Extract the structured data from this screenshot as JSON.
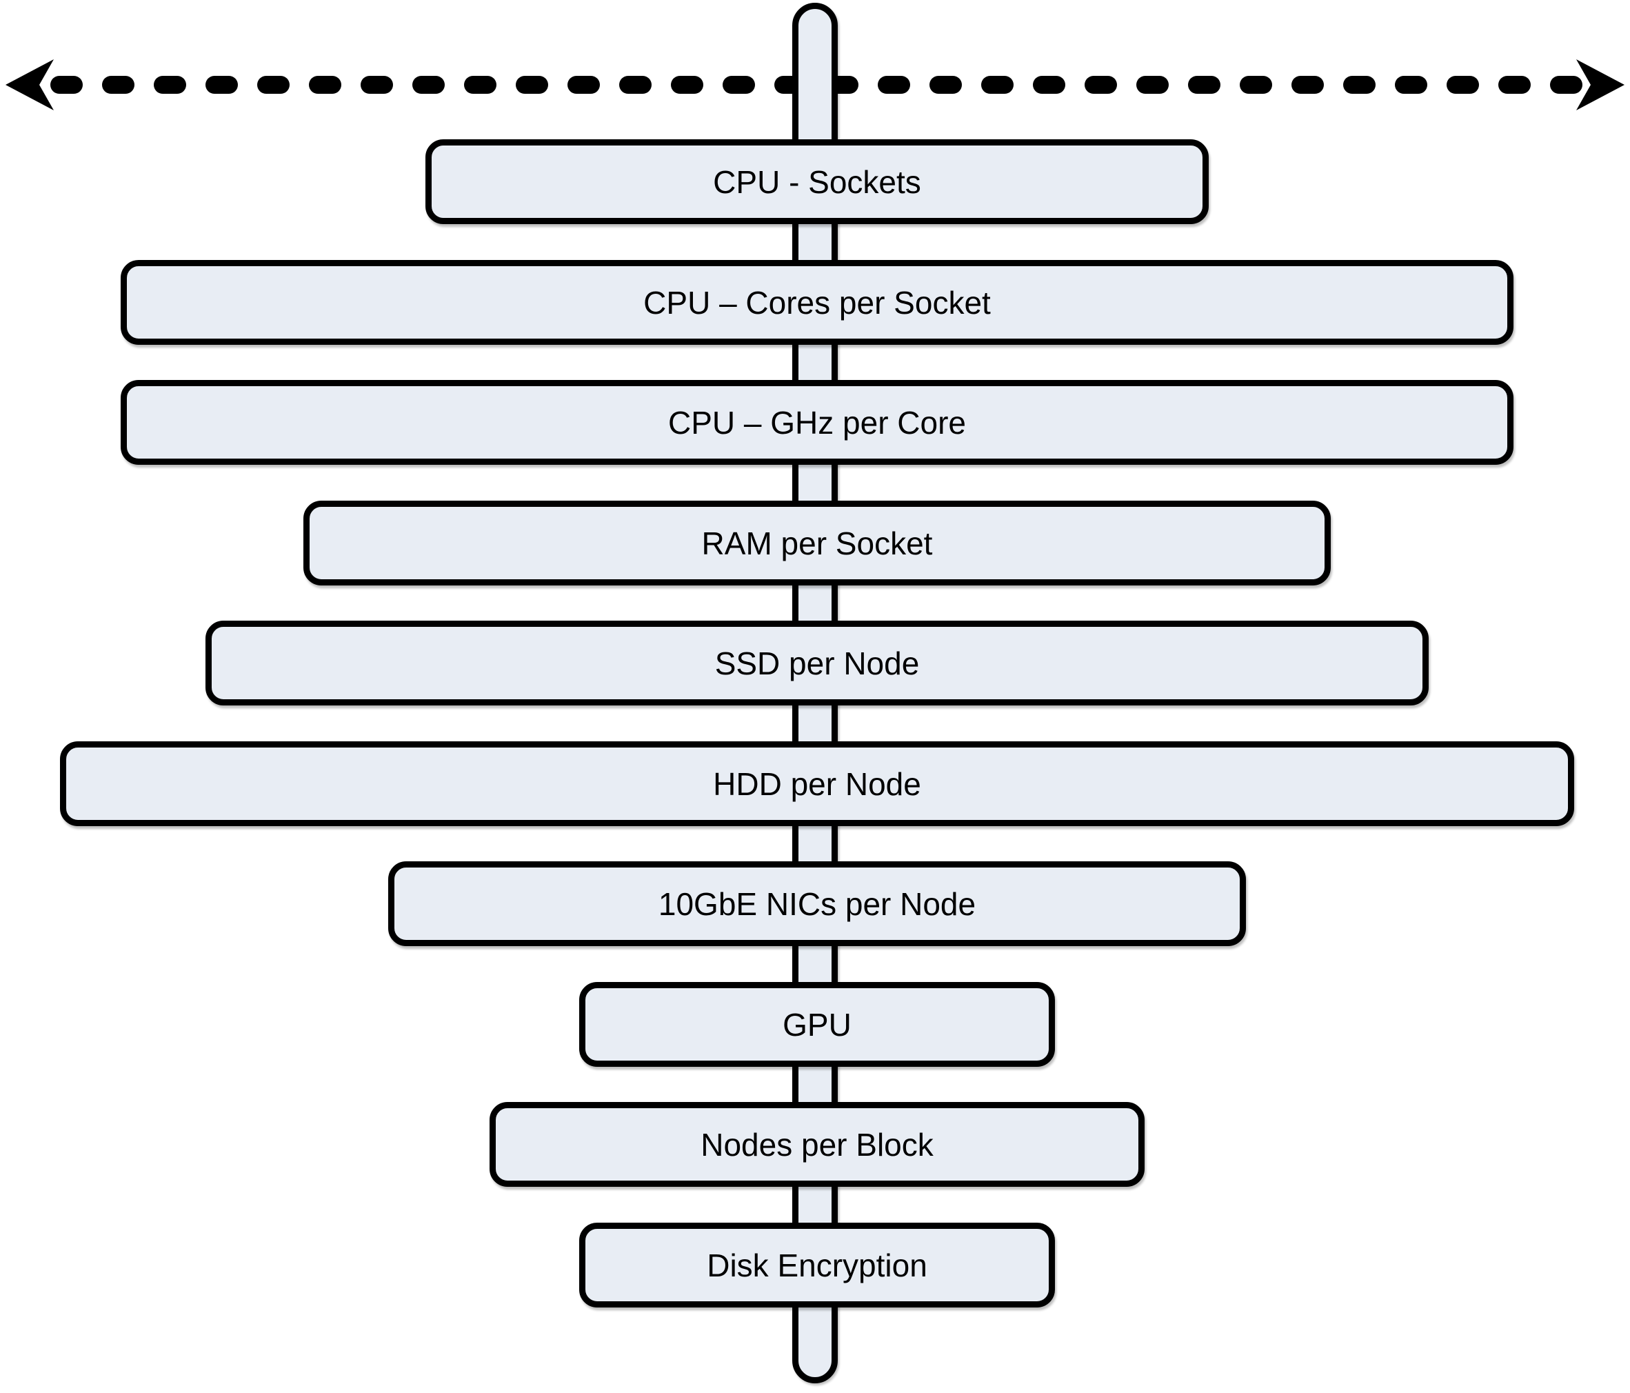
{
  "diagram_type": "scale-out hardware configuration spine diagram",
  "boxes": [
    {
      "label": "CPU - Sockets"
    },
    {
      "label": "CPU – Cores per Socket"
    },
    {
      "label": "CPU – GHz per Core"
    },
    {
      "label": "RAM per Socket"
    },
    {
      "label": "SSD per Node"
    },
    {
      "label": "HDD per Node"
    },
    {
      "label": "10GbE NICs per Node"
    },
    {
      "label": "GPU"
    },
    {
      "label": "Nodes per Block"
    },
    {
      "label": "Disk Encryption"
    }
  ],
  "icons": {
    "top_arrow": "horizontal-double-headed-dashed-arrow",
    "spine": "vertical-rounded-bar"
  },
  "colors": {
    "box_fill": "#e8edf4",
    "line_color": "#000000",
    "background": "#ffffff"
  }
}
